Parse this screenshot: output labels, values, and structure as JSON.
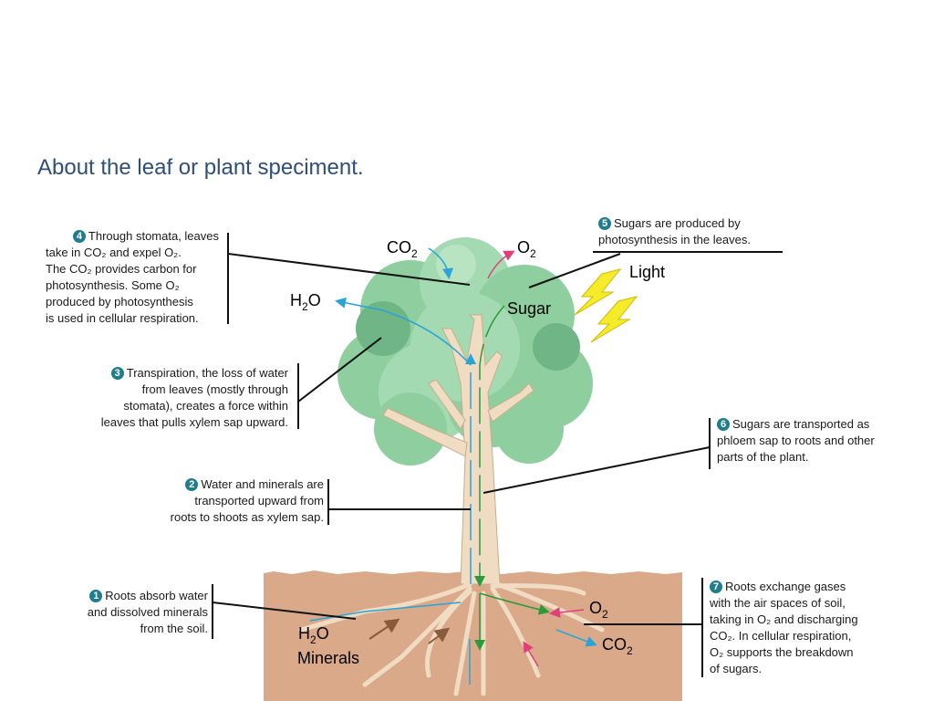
{
  "title": "About the leaf or plant speciment.",
  "colors": {
    "title": "#2f4f78",
    "soil": "#d9a98a",
    "foliage": "#8fcf9f",
    "foliage_dark": "#6fb585",
    "trunk": "#f0dcc2",
    "water_arrow": "#2aa4d8",
    "sugar_arrow": "#2a9a3a",
    "gas_arrow": "#e0407a",
    "light": "#f4ec2a",
    "badge": "#1f7e8c"
  },
  "labels": {
    "co2_top": [
      "CO",
      "2"
    ],
    "o2_top": [
      "O",
      "2"
    ],
    "h2o_top": [
      "H",
      "2",
      "O"
    ],
    "sugar": "Sugar",
    "light": "Light",
    "h2o_bottom": [
      "H",
      "2",
      "O"
    ],
    "minerals": "Minerals",
    "o2_bottom": [
      "O",
      "2"
    ],
    "co2_bottom": [
      "CO",
      "2"
    ]
  },
  "captions": [
    {
      "num": "1",
      "text": [
        "Roots absorb water",
        "and dissolved minerals",
        "from the soil."
      ]
    },
    {
      "num": "2",
      "text": [
        "Water and minerals are",
        "transported upward from",
        "roots to shoots as xylem sap."
      ]
    },
    {
      "num": "3",
      "text": [
        "Transpiration, the loss of water",
        "from leaves (mostly through",
        "stomata), creates a force within",
        "leaves that pulls xylem sap upward."
      ]
    },
    {
      "num": "4",
      "text": [
        "Through stomata, leaves",
        "take in CO₂ and expel O₂.",
        "The CO₂ provides carbon for",
        "photosynthesis. Some O₂",
        "produced by photosynthesis",
        "is used in cellular respiration."
      ]
    },
    {
      "num": "5",
      "text": [
        "Sugars are produced by",
        "photosynthesis in the leaves."
      ]
    },
    {
      "num": "6",
      "text": [
        "Sugars are transported as",
        "phloem sap to roots and other",
        "parts of the plant."
      ]
    },
    {
      "num": "7",
      "text": [
        "Roots exchange gases",
        "with the air spaces of soil,",
        "taking in O₂ and discharging",
        "CO₂. In cellular respiration,",
        "O₂ supports the breakdown",
        "of sugars."
      ]
    }
  ]
}
